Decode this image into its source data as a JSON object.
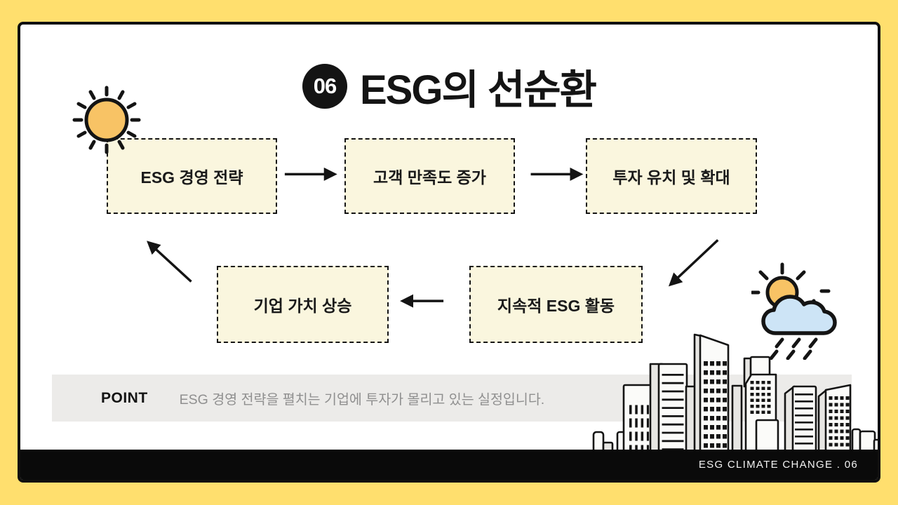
{
  "slide": {
    "background_color": "#FFDF6E",
    "card_color": "#FFFFFF",
    "outline_color": "#0F0F0F"
  },
  "header": {
    "badge_number": "06",
    "title": "ESG의 선순환"
  },
  "flow": {
    "box_fill_color": "#FAF6DE",
    "boxes": [
      {
        "label": "ESG 경영 전략"
      },
      {
        "label": "고객 만족도 증가"
      },
      {
        "label": "투자 유치 및 확대"
      },
      {
        "label": "지속적 ESG 활동"
      },
      {
        "label": "기업 가치 상승"
      }
    ],
    "cycle_order": [
      "ESG 경영 전략",
      "고객 만족도 증가",
      "투자 유치 및 확대",
      "지속적 ESG 활동",
      "기업 가치 상승"
    ]
  },
  "point": {
    "label": "POINT",
    "text": "ESG 경영 전략을 펼치는 기업에 투자가 몰리고 있는 실정입니다.",
    "bar_color": "#ECEBE9",
    "text_color": "#8F8F8F"
  },
  "footer": {
    "label": "ESG CLIMATE CHANGE . 06"
  },
  "icons": {
    "sun": "sun-icon",
    "rain_cloud": "sun-rain-cloud-icon",
    "city": "city-skyline-illustration",
    "sun_color": "#F8C365",
    "cloud_color": "#CDE4F6"
  }
}
